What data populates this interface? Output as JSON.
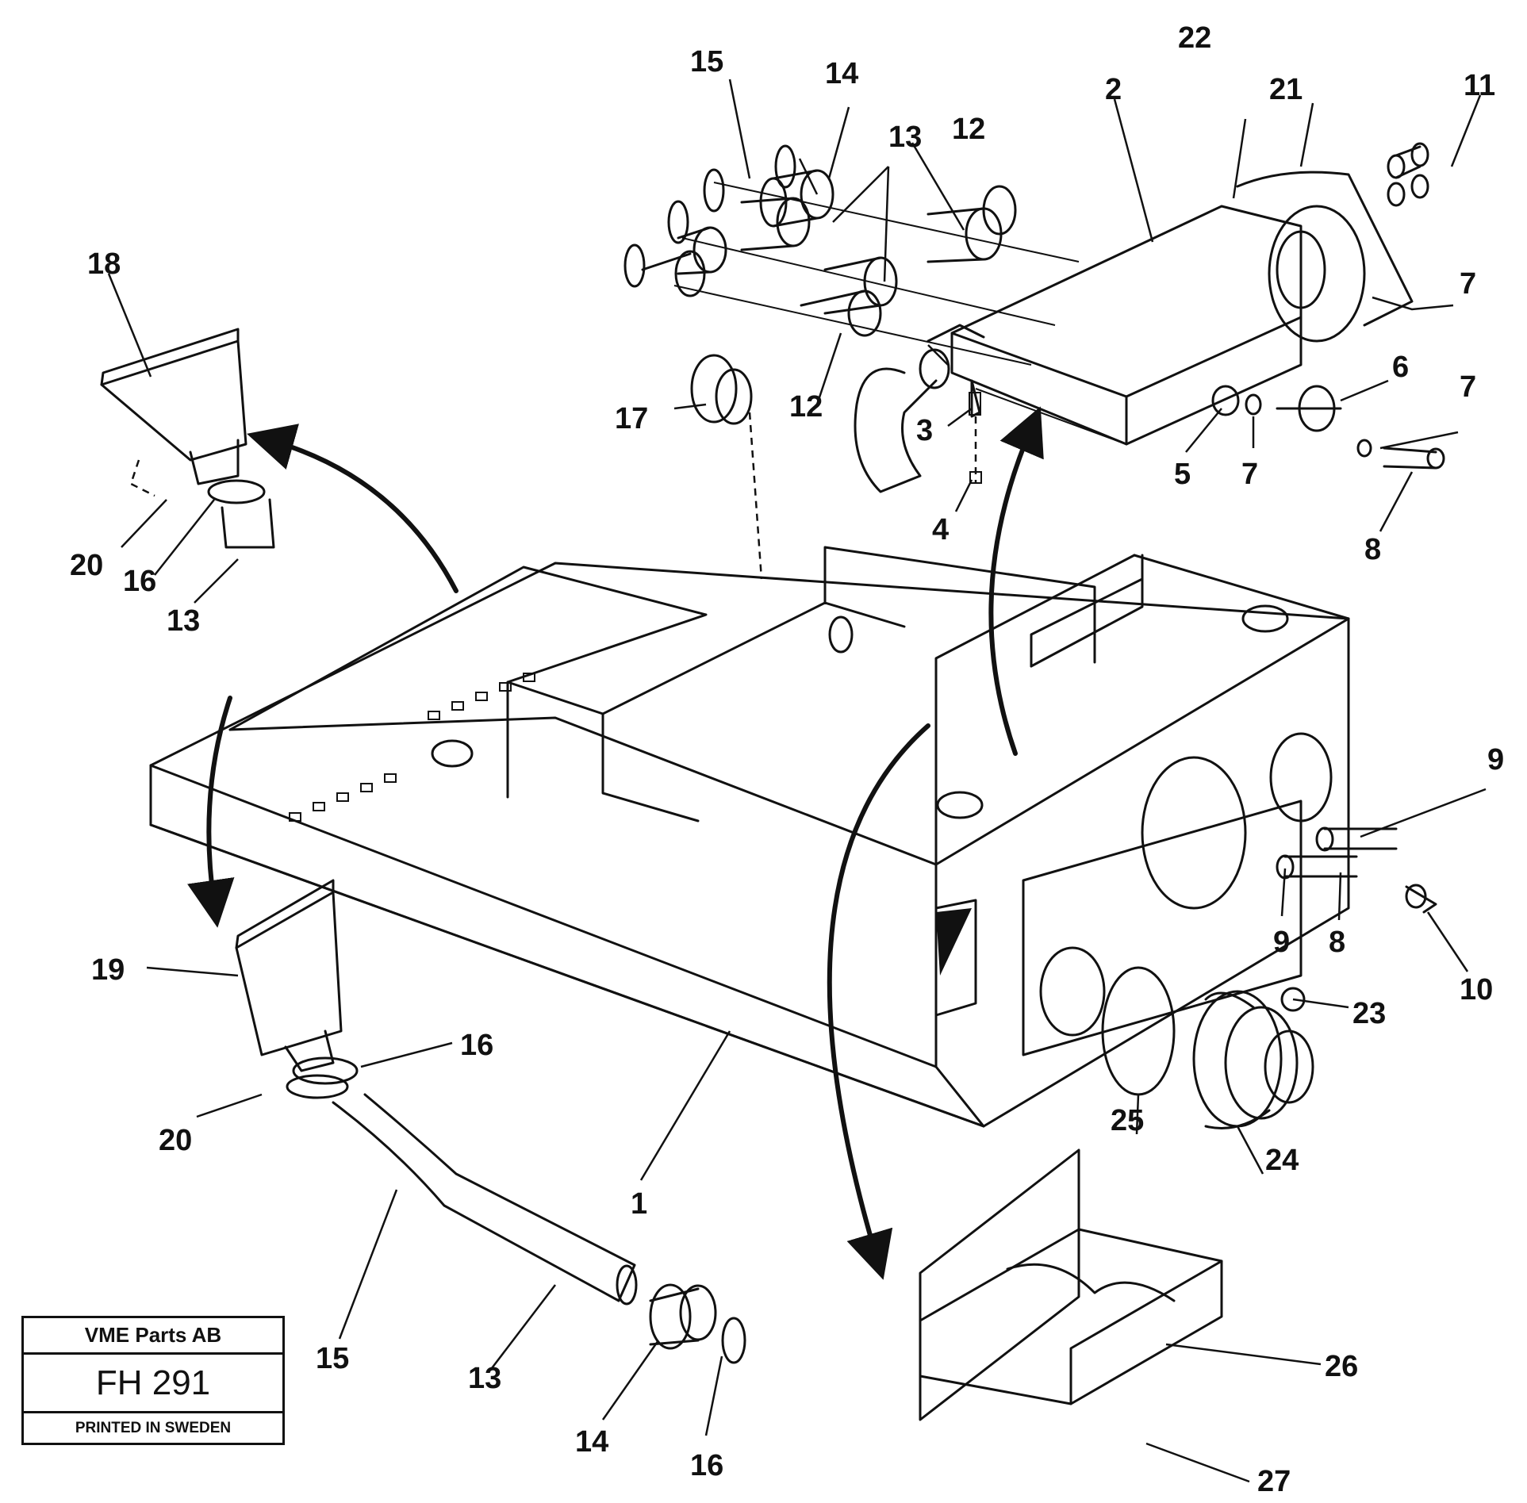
{
  "title_block": {
    "company": "VME Parts AB",
    "code": "FH 291",
    "printed": "PRINTED IN SWEDEN"
  },
  "callouts": {
    "c1": "1",
    "c2": "2",
    "c3": "3",
    "c4": "4",
    "c5": "5",
    "c6": "6",
    "c7a": "7",
    "c7b": "7",
    "c7c": "7",
    "c8a": "8",
    "c8b": "8",
    "c9a": "9",
    "c9b": "9",
    "c10": "10",
    "c11": "11",
    "c12a": "12",
    "c12b": "12",
    "c13a": "13",
    "c13b": "13",
    "c13c": "13",
    "c14a": "14",
    "c14b": "14",
    "c15a": "15",
    "c15b": "15",
    "c16a": "16",
    "c16b": "16",
    "c16c": "16",
    "c17": "17",
    "c18": "18",
    "c19": "19",
    "c20a": "20",
    "c20b": "20",
    "c21": "21",
    "c22": "22",
    "c23": "23",
    "c24": "24",
    "c25": "25",
    "c26": "26",
    "c27": "27"
  }
}
